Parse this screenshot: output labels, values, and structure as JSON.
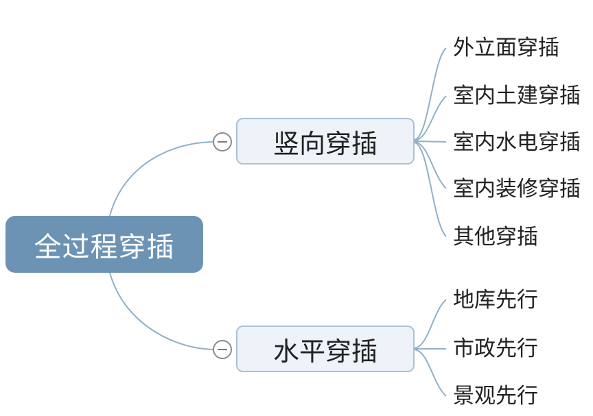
{
  "root": {
    "label": "全过程穿插"
  },
  "branches": [
    {
      "label": "竖向穿插",
      "children": [
        "外立面穿插",
        "室内土建穿插",
        "室内水电穿插",
        "室内装修穿插",
        "其他穿插"
      ]
    },
    {
      "label": "水平穿插",
      "children": [
        "地库先行",
        "市政先行",
        "景观先行"
      ]
    }
  ],
  "colors": {
    "root_fill": "#6d93b4",
    "branch_fill": "#edf3f8",
    "branch_border": "#a9c1d3",
    "connector": "#8fb0c6"
  }
}
